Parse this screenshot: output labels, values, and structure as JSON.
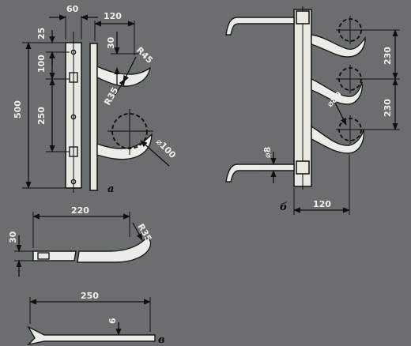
{
  "view_a": {
    "letter": "а",
    "dims": {
      "plate_width": "60",
      "hook_reach": "120",
      "top_offset": "25",
      "upper_pitch": "100",
      "lower_pitch": "250",
      "overall_height": "500",
      "hook_height": "30",
      "hook_radius": "R45",
      "tip_radius": "R35",
      "circle_dia": "⌀100"
    }
  },
  "view_b": {
    "letter": "б",
    "dims": {
      "pitch_upper": "230",
      "pitch_lower": "230",
      "hook_reach": "120",
      "rod_dia": "⌀8",
      "circle_dia": "⌀89"
    }
  },
  "detail_strip": {
    "dims": {
      "length": "220",
      "height": "30",
      "radius": "R35"
    }
  },
  "view_c": {
    "letter": "в",
    "dims": {
      "length": "250",
      "thickness": "6"
    }
  }
}
